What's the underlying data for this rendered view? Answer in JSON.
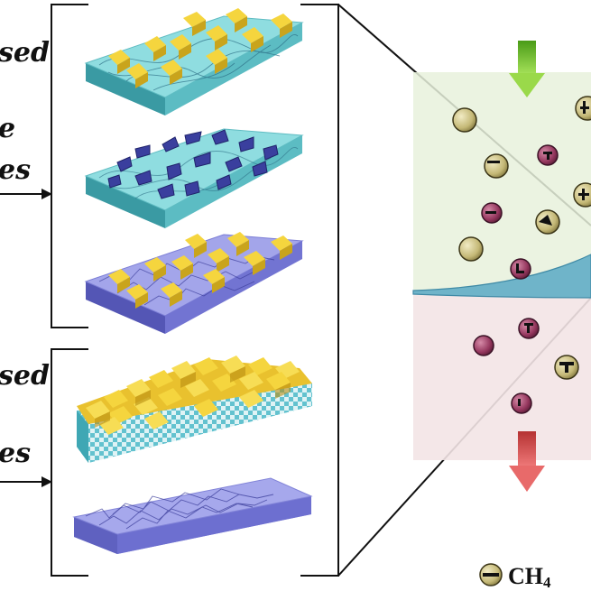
{
  "labels": {
    "group_top_line1": "sed",
    "group_top_line2": "e",
    "group_top_line3": "es",
    "group_bottom_line1": "sed",
    "group_bottom_line2": "es"
  },
  "legend": {
    "ch4_main": "CH",
    "ch4_sub": "4"
  },
  "colors": {
    "teal_slab": "#7fd3d6",
    "purple_slab": "#8f8fe0",
    "crystal": "#f2cf3a",
    "feed_zone": "#e7f1dc",
    "permeate_zone": "#f3e4e6",
    "membrane": "#6fb4c9",
    "arrow_in": "#7fcc2e",
    "arrow_out": "#dd5a5a",
    "ch4_ball": "#d8cf99",
    "other_ball": "#a0476a"
  },
  "icons": [
    "arrow-right-icon",
    "arrow-down-icon",
    "ch4-molecule-icon"
  ]
}
